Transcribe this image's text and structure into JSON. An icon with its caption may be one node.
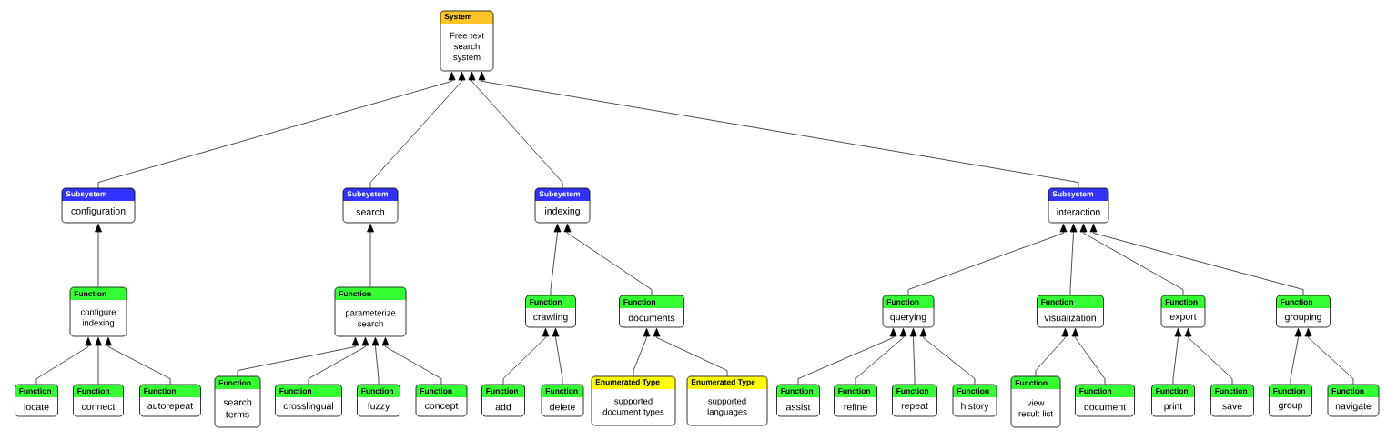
{
  "diagram": {
    "nodes": [
      {
        "text": [
          "System",
          "Free text search system"
        ]
      },
      {
        "text": [
          "Subsystem",
          "configuration"
        ]
      },
      {
        "text": [
          "Subsystem",
          "search"
        ]
      },
      {
        "text": [
          "Subsystem",
          "indexing"
        ]
      },
      {
        "text": [
          "Subsystem",
          "interaction"
        ]
      },
      {
        "text": [
          "Function",
          "configure indexing"
        ]
      },
      {
        "text": [
          "Function",
          "parameterize search"
        ]
      },
      {
        "text": [
          "Function",
          "locate"
        ]
      },
      {
        "text": [
          "Function",
          "connect"
        ]
      },
      {
        "text": [
          "Function",
          "autorepeat"
        ]
      },
      {
        "text": [
          "Function",
          "search terms"
        ]
      },
      {
        "text": [
          "Function",
          "crosslingual"
        ]
      },
      {
        "text": [
          "Function",
          "fuzzy"
        ]
      },
      {
        "text": [
          "Function",
          "concept"
        ]
      },
      {
        "text": [
          "Function",
          "crawling"
        ]
      },
      {
        "text": [
          "Function",
          "documents"
        ]
      },
      {
        "text": [
          "Function",
          "add"
        ]
      },
      {
        "text": [
          "Function",
          "delete"
        ]
      },
      {
        "text": [
          "Enumerated Type",
          "supported document types"
        ]
      },
      {
        "text": [
          "Enumerated Type",
          "supported languages"
        ]
      },
      {
        "text": [
          "Function",
          "querying"
        ]
      },
      {
        "text": [
          "Function",
          "visualization"
        ]
      },
      {
        "text": [
          "Function",
          "export"
        ]
      },
      {
        "text": [
          "Function",
          "grouping"
        ]
      },
      {
        "text": [
          "Function",
          "assist"
        ]
      },
      {
        "text": [
          "Function",
          "refine"
        ]
      },
      {
        "text": [
          "Function",
          "repeat"
        ]
      },
      {
        "text": [
          "Function",
          "history"
        ]
      },
      {
        "text": [
          "Function",
          "view result list"
        ]
      },
      {
        "text": [
          "Function",
          "document"
        ]
      },
      {
        "text": [
          "Function",
          "print"
        ]
      },
      {
        "text": [
          "Function",
          "save"
        ]
      },
      {
        "text": [
          "Function",
          "group"
        ]
      },
      {
        "text": [
          "Function",
          "navigate"
        ]
      }
    ],
    "edges": [
      {
        "from": 1,
        "to": 0,
        "arrow": "to"
      },
      {
        "from": 2,
        "to": 0,
        "arrow": "to"
      },
      {
        "from": 3,
        "to": 0,
        "arrow": "to"
      },
      {
        "from": 4,
        "to": 0,
        "arrow": "to"
      },
      {
        "from": 5,
        "to": 1,
        "arrow": "to"
      },
      {
        "from": 6,
        "to": 2,
        "arrow": "to"
      },
      {
        "from": 14,
        "to": 3,
        "arrow": "to"
      },
      {
        "from": 15,
        "to": 3,
        "arrow": "to"
      },
      {
        "from": 20,
        "to": 4,
        "arrow": "to"
      },
      {
        "from": 21,
        "to": 4,
        "arrow": "to"
      },
      {
        "from": 22,
        "to": 4,
        "arrow": "to"
      },
      {
        "from": 23,
        "to": 4,
        "arrow": "to"
      },
      {
        "from": 7,
        "to": 5,
        "arrow": "to"
      },
      {
        "from": 8,
        "to": 5,
        "arrow": "to"
      },
      {
        "from": 9,
        "to": 5,
        "arrow": "to"
      },
      {
        "from": 10,
        "to": 6,
        "arrow": "to"
      },
      {
        "from": 11,
        "to": 6,
        "arrow": "to"
      },
      {
        "from": 12,
        "to": 6,
        "arrow": "to"
      },
      {
        "from": 13,
        "to": 6,
        "arrow": "to"
      },
      {
        "from": 16,
        "to": 14,
        "arrow": "to"
      },
      {
        "from": 17,
        "to": 14,
        "arrow": "to"
      },
      {
        "from": 18,
        "to": 15,
        "arrow": "to"
      },
      {
        "from": 19,
        "to": 15,
        "arrow": "to"
      },
      {
        "from": 24,
        "to": 20,
        "arrow": "to"
      },
      {
        "from": 25,
        "to": 20,
        "arrow": "to"
      },
      {
        "from": 26,
        "to": 20,
        "arrow": "to"
      },
      {
        "from": 27,
        "to": 20,
        "arrow": "to"
      },
      {
        "from": 28,
        "to": 21,
        "arrow": "to"
      },
      {
        "from": 29,
        "to": 21,
        "arrow": "to"
      },
      {
        "from": 30,
        "to": 22,
        "arrow": "to"
      },
      {
        "from": 31,
        "to": 22,
        "arrow": "to"
      },
      {
        "from": 32,
        "to": 23,
        "arrow": "to"
      },
      {
        "from": 33,
        "to": 23,
        "arrow": "to"
      }
    ]
  }
}
